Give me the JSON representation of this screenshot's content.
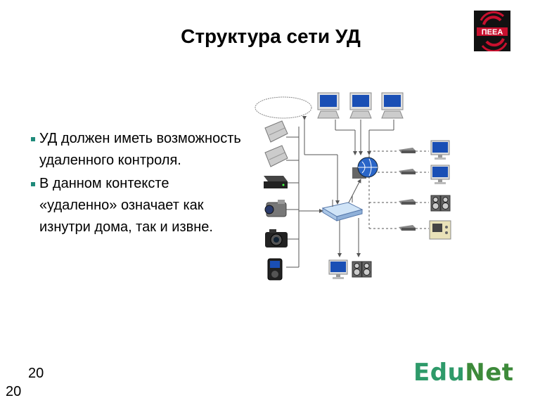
{
  "slide": {
    "title": "Структура сети УД",
    "bullets": [
      "УД должен иметь возможность удаленного контроля.",
      "В данном контексте «удаленно» означает как изнутри дома, так и извне."
    ],
    "page_number_top": "20",
    "page_number_bottom": "20",
    "footer_logo": {
      "part1": "Edu",
      "part2": "Net"
    },
    "logo_text": "ПЕЕА"
  },
  "diagram": {
    "nodes": [
      "cloud-icon",
      "monitor-icon",
      "monitor-icon",
      "monitor-icon",
      "scanner-icon",
      "scanner-icon",
      "set-top-box-icon",
      "camcorder-icon",
      "camera-icon",
      "media-player-icon",
      "router-icon",
      "globe-gateway-icon",
      "switch-icon",
      "switch-icon",
      "switch-icon",
      "switch-icon",
      "monitor-icon",
      "monitor-icon",
      "speaker-icon",
      "appliance-icon",
      "monitor-icon",
      "speaker-icon"
    ],
    "colors": {
      "line": "#555555",
      "screen": "#1a4fb5",
      "accent": "#c8102e"
    }
  }
}
